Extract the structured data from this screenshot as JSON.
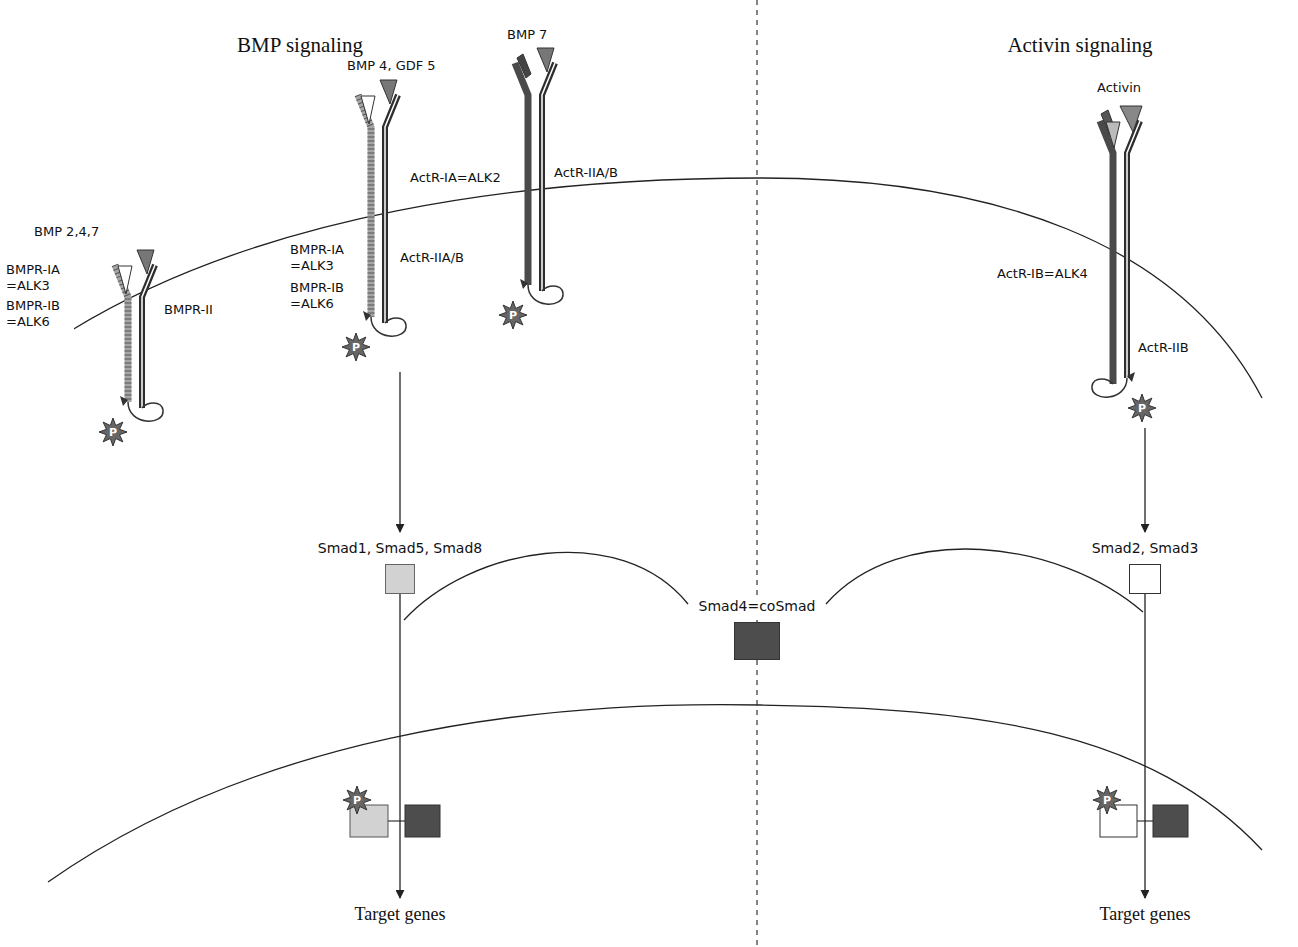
{
  "diagram": {
    "nodes": [
      {
        "text": [
          "Smad1, Smad5, Smad8"
        ]
      },
      {
        "text": [
          "Smad4=coSmad"
        ]
      },
      {
        "text": [
          "Smad2, Smad3"
        ]
      },
      {
        "text": [
          "Target genes"
        ]
      },
      {
        "text": [
          "Target genes"
        ]
      }
    ],
    "edges": [
      {
        "from": 0,
        "to": 3,
        "arrow": "to"
      },
      {
        "from": 2,
        "to": 4,
        "arrow": "to"
      }
    ],
    "labels": [
      "BMP signaling",
      "Activin signaling",
      "BMP 2,4,7",
      "BMP 4, GDF 5",
      "BMP 7",
      "Activin",
      "BMPR-IA =ALK3",
      "BMPR-IB =ALK6",
      "BMPR-II",
      "BMPR-IA =ALK3",
      "BMPR-IB =ALK6",
      "ActR-IIA/B",
      "ActR-IA=ALK2",
      "ActR-IIA/B",
      "ActR-IB=ALK4",
      "ActR-IIB",
      "P",
      "P",
      "P",
      "P",
      "P",
      "P"
    ]
  }
}
